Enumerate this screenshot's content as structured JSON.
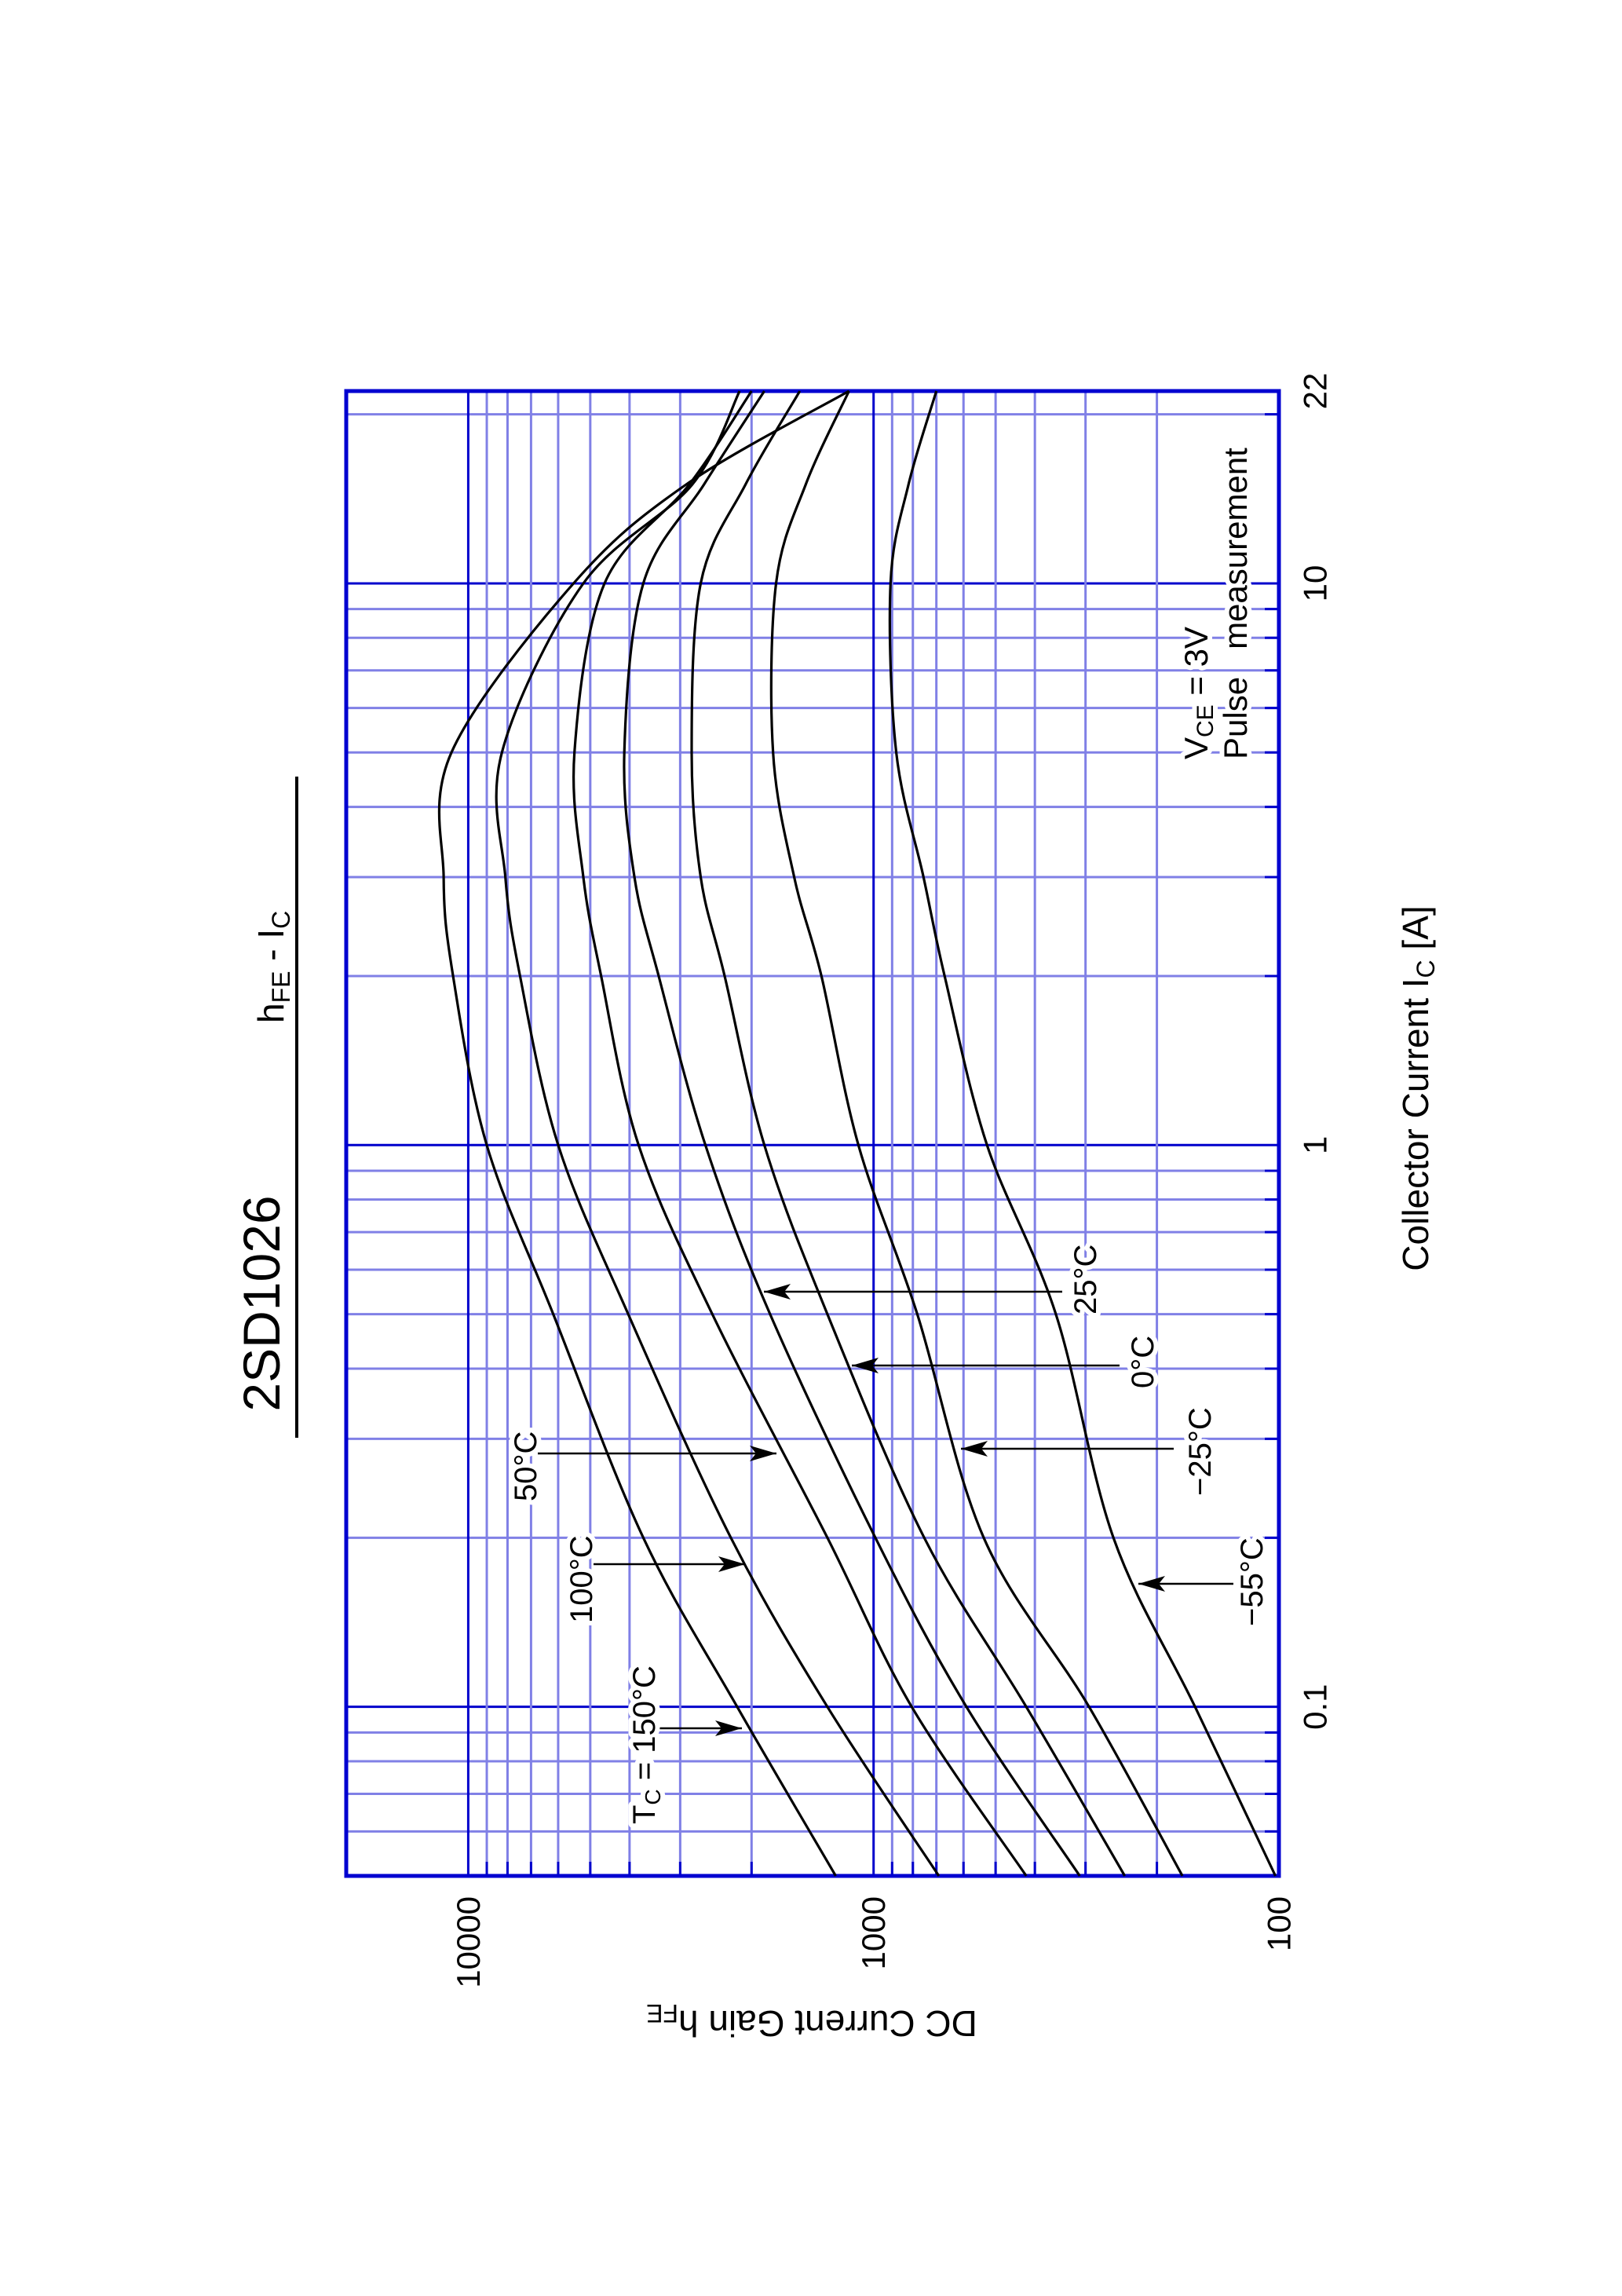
{
  "chart_data": {
    "type": "line",
    "title": "2SD1026",
    "subtitle": {
      "main": "h",
      "sub": "FE",
      "rest": " - I",
      "sub2": "C"
    },
    "xlabel": {
      "main": "Collector Current  I",
      "sub": "C",
      "rest": "  [A]"
    },
    "ylabel": {
      "main": "DC Current Gain  h",
      "sub": "FE"
    },
    "x_scale": "log",
    "y_scale": "log",
    "xlim": [
      0.05,
      22
    ],
    "ylim": [
      100,
      20000
    ],
    "grid": true,
    "orientation": "rotated 90 degrees counterclockwise",
    "colors": {
      "frame": "#0000d0",
      "grid_major": "#0000cc",
      "grid_minor": "#8080e6",
      "curves": "#000000"
    },
    "xticks": [
      {
        "value": 0.1,
        "label": "0.1"
      },
      {
        "value": 1,
        "label": "1"
      },
      {
        "value": 10,
        "label": "10"
      },
      {
        "value": 22,
        "label": "22"
      }
    ],
    "yticks": [
      {
        "value": 100,
        "label": "100"
      },
      {
        "value": 1000,
        "label": "1000"
      },
      {
        "value": 10000,
        "label": "10000"
      }
    ],
    "x": [
      0.05,
      0.1,
      0.2,
      0.5,
      1,
      2,
      3,
      5,
      10,
      15,
      22
    ],
    "series": [
      {
        "name": "Tc = 150°C",
        "values": [
          1240,
          2170,
          3700,
          6170,
          9000,
          10900,
          11500,
          11000,
          5500,
          2900,
          1150
        ]
      },
      {
        "name": "100°C",
        "values": [
          690,
          1300,
          2250,
          4030,
          6000,
          7450,
          8100,
          8260,
          5200,
          2800,
          2140
        ]
      },
      {
        "name": "50°C",
        "values": [
          420,
          805,
          1300,
          2500,
          3800,
          4700,
          5200,
          5470,
          4610,
          2850,
          2000
        ]
      },
      {
        "name": "25°C",
        "values": [
          310,
          590,
          990,
          1800,
          2600,
          3390,
          3890,
          4120,
          3700,
          2620,
          1860
        ]
      },
      {
        "name": "0°C",
        "values": [
          240,
          420,
          750,
          1300,
          1860,
          2330,
          2670,
          2810,
          2670,
          2070,
          1520
        ]
      },
      {
        "name": "−25°C",
        "values": [
          173,
          294,
          535,
          780,
          1090,
          1345,
          1570,
          1770,
          1740,
          1470,
          1150
        ]
      },
      {
        "name": "−55°C",
        "values": [
          102,
          161,
          256,
          355,
          525,
          668,
          753,
          879,
          908,
          820,
          700
        ]
      }
    ],
    "annotations": {
      "condition": {
        "main": "V",
        "sub": "CE",
        "rest": " = 3V"
      },
      "method": "Pulse   measurement"
    }
  }
}
